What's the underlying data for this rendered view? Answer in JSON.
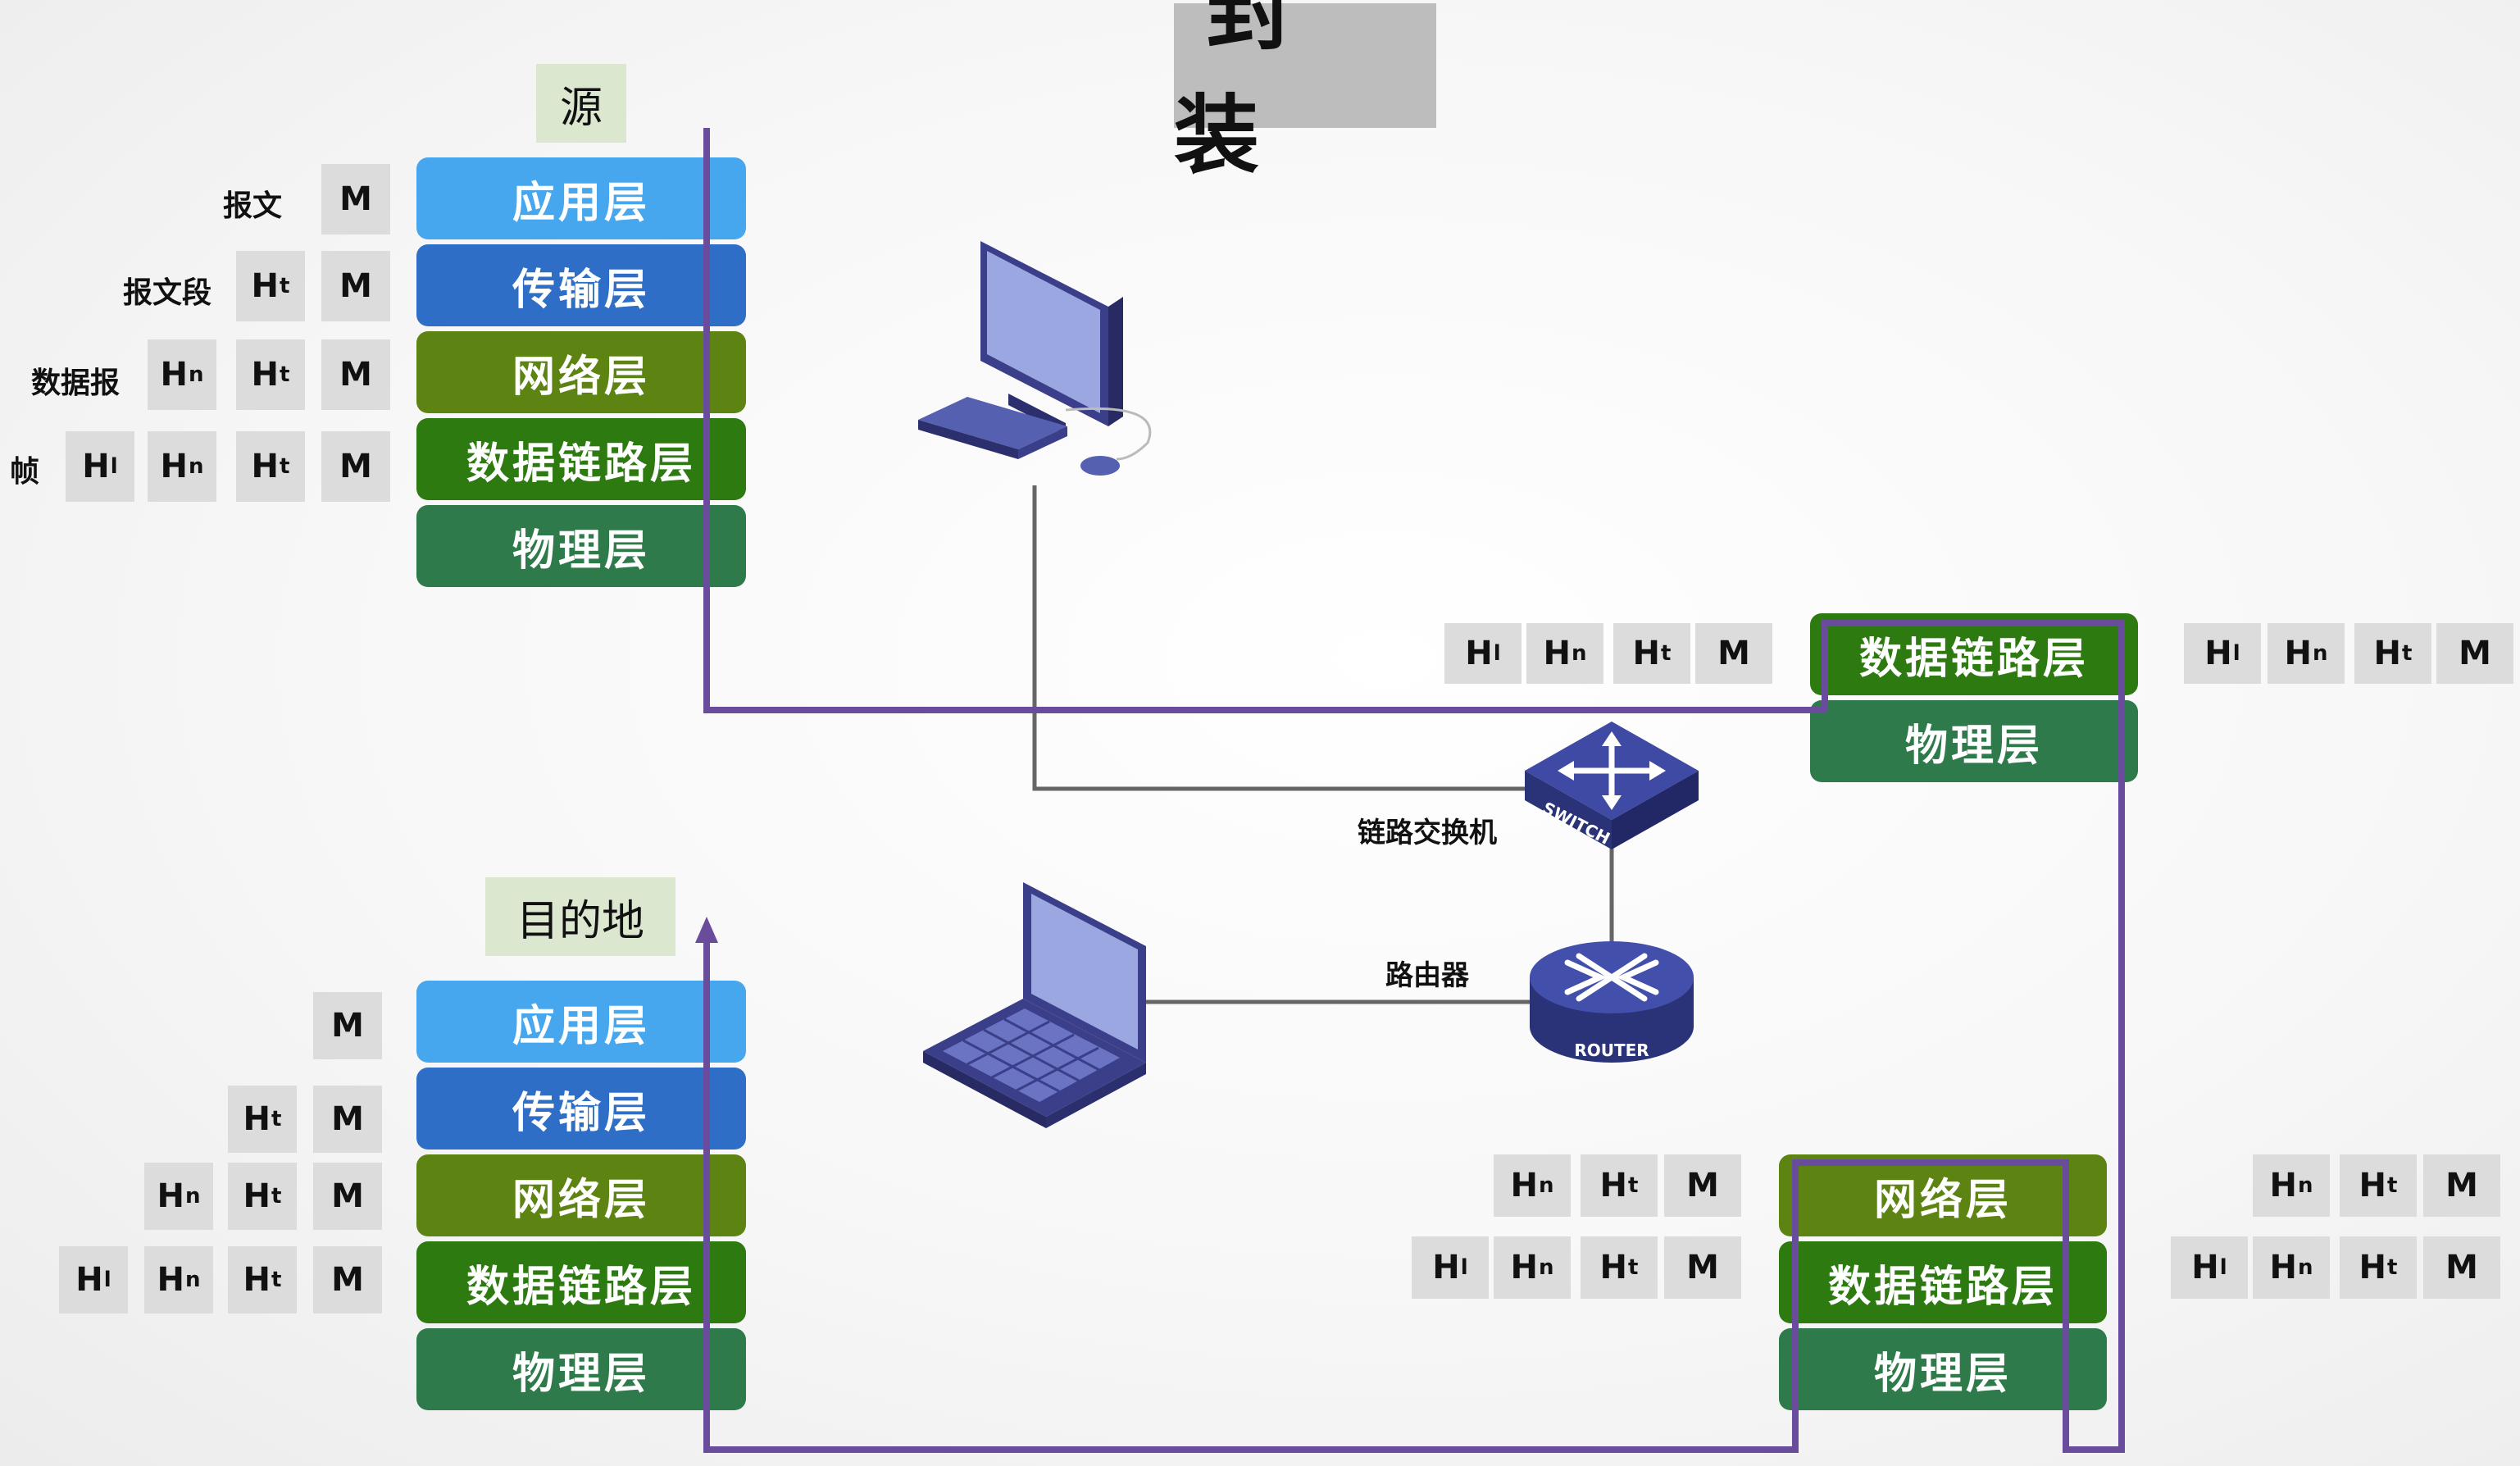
{
  "title": "封 装",
  "source": {
    "caption": "源",
    "layers": [
      "应用层",
      "传输层",
      "网络层",
      "数据链路层",
      "物理层"
    ],
    "row_labels": [
      "报文",
      "报文段",
      "数据报",
      "帧"
    ]
  },
  "destination": {
    "caption": "目的地",
    "layers": [
      "应用层",
      "传输层",
      "网络层",
      "数据链路层",
      "物理层"
    ]
  },
  "switch_stack": {
    "layers": [
      "数据链路层",
      "物理层"
    ]
  },
  "router_stack": {
    "layers": [
      "网络层",
      "数据链路层",
      "物理层"
    ]
  },
  "devices": {
    "switch_label": "链路交换机",
    "router_label": "路由器",
    "switch_icon_text": "SWITCH",
    "router_icon_text": "ROUTER",
    "desktop_icon": "desktop-computer-icon",
    "laptop_icon": "laptop-icon"
  },
  "headers": {
    "M": "M",
    "H": "H",
    "sub_t": "t",
    "sub_n": "n",
    "sub_l": "l"
  },
  "colors": {
    "application": "#46a7ee",
    "transport": "#2e6ec6",
    "network": "#5d8413",
    "link": "#2c7a10",
    "physical": "#2e7a4a",
    "path": "#6a4c9c",
    "header_box": "#dcdcdc"
  }
}
